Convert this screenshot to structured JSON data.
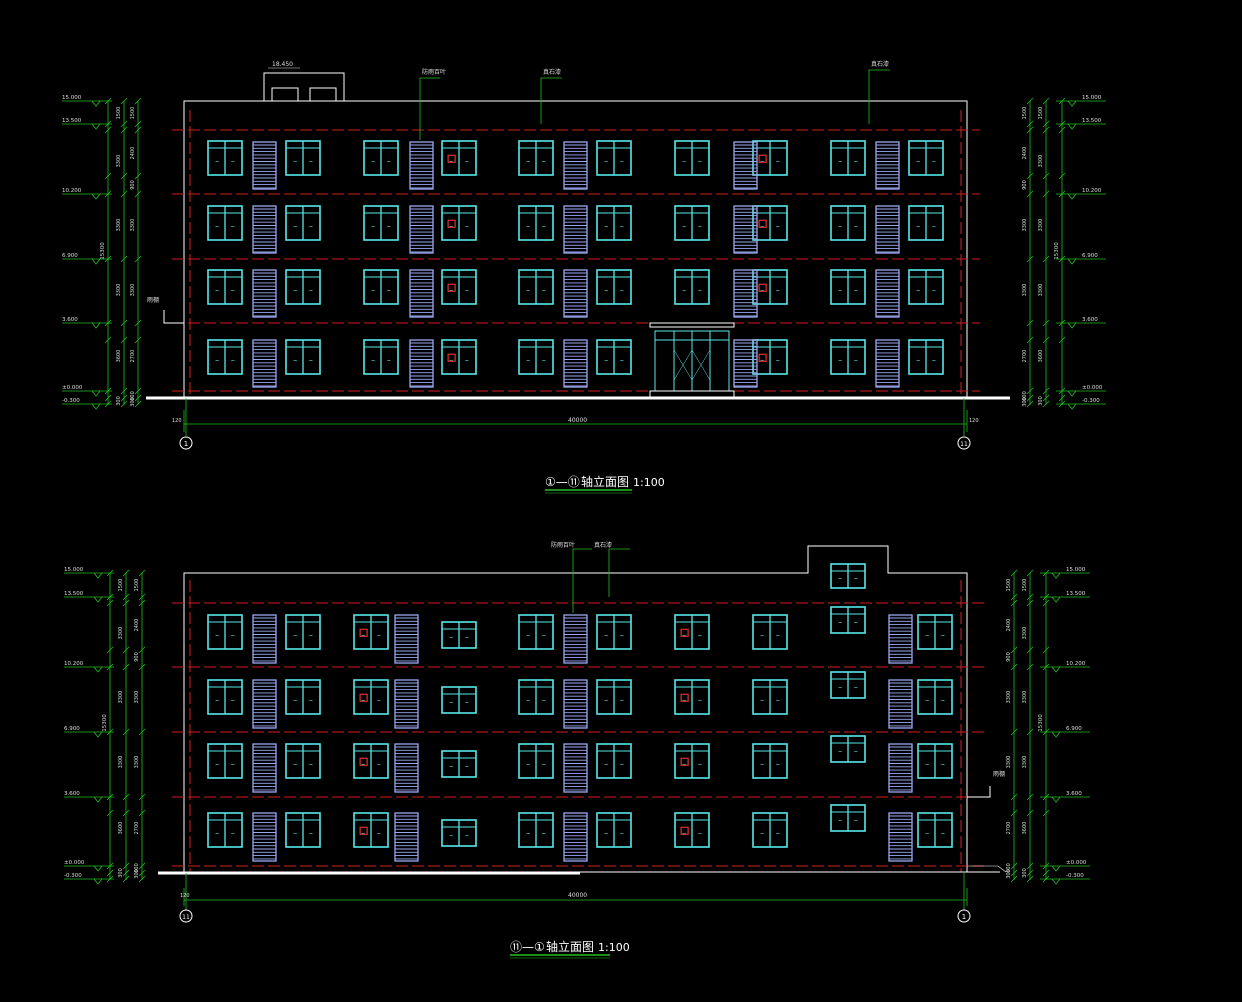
{
  "colors": {
    "background": "#000000",
    "outline": "#ffffff",
    "floor_line": "#d02020",
    "window": "#58e8e8",
    "louver": "#9aa8f0",
    "dimension": "#20c020",
    "label": "#dddddd",
    "marker_red": "#e03030"
  },
  "elevation_top": {
    "title_axes": "①—⑪",
    "title_text": "轴立面图",
    "title_scale": "1:100",
    "roof_top_level": "18.450",
    "callouts": [
      "防雨百叶",
      "真石漆",
      "真石漆"
    ],
    "canopy_label": "雨棚",
    "left_levels": [
      "15.000",
      "13.500",
      "10.200",
      "6.900",
      "3.600",
      "±0.000",
      "-0.300"
    ],
    "right_levels": [
      "15.000",
      "13.500",
      "10.200",
      "6.900",
      "3.600",
      "±0.000",
      "-0.300"
    ],
    "left_dims_inner": [
      "1500",
      "2400",
      "900",
      "3300",
      "3300",
      "2700",
      "600",
      "300"
    ],
    "left_dims_outer": [
      "1500",
      "3300",
      "3300",
      "3300",
      "3600",
      "300"
    ],
    "total_height": "15300",
    "width_dim": "40000",
    "edge_dim": "120",
    "axis_left": "1",
    "axis_right": "11"
  },
  "elevation_bottom": {
    "title_axes": "⑪—①",
    "title_text": "轴立面图",
    "title_scale": "1:100",
    "callouts": [
      "防雨百叶",
      "真石漆"
    ],
    "canopy_label": "雨棚",
    "left_levels": [
      "15.000",
      "13.500",
      "10.200",
      "6.900",
      "3.600",
      "±0.000",
      "-0.300"
    ],
    "right_levels": [
      "15.000",
      "13.500",
      "10.200",
      "6.900",
      "3.600",
      "±0.000",
      "-0.300"
    ],
    "left_dims_inner": [
      "1500",
      "2400",
      "900",
      "3300",
      "3300",
      "2700",
      "600",
      "300"
    ],
    "left_dims_outer": [
      "1500",
      "3300",
      "3300",
      "3300",
      "3600",
      "300"
    ],
    "total_height": "15300",
    "width_dim": "40000",
    "edge_dim": "120",
    "axis_left": "11",
    "axis_right": "1"
  }
}
